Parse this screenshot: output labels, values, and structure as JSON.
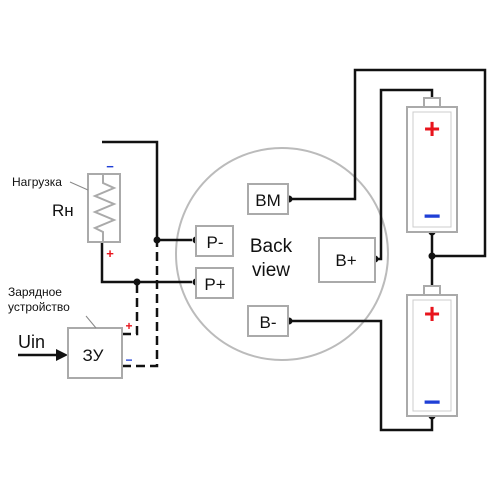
{
  "board": {
    "title_line1": "Back",
    "title_line2": "view",
    "pads": {
      "bm": "BM",
      "p_minus": "P-",
      "p_plus": "P+",
      "b_plus": "B+",
      "b_minus": "B-"
    }
  },
  "load": {
    "caption": "Нагрузка",
    "symbol": "Rн",
    "minus_sign": "−",
    "plus_sign": "+"
  },
  "charger": {
    "caption_line1": "Зарядное",
    "caption_line2": "устройство",
    "symbol": "ЗУ",
    "input_label": "Uin",
    "plus_sign": "+",
    "minus_sign": "−"
  },
  "batteries": {
    "top": {
      "plus_sign": "+",
      "minus_sign": "−"
    },
    "bottom": {
      "plus_sign": "+",
      "minus_sign": "−"
    }
  },
  "colors": {
    "line": "#111111",
    "component_stroke": "#aaaaaa",
    "board_circle": "#bbbbbb",
    "plus": "#e8141c",
    "minus": "#1f3fd6"
  }
}
